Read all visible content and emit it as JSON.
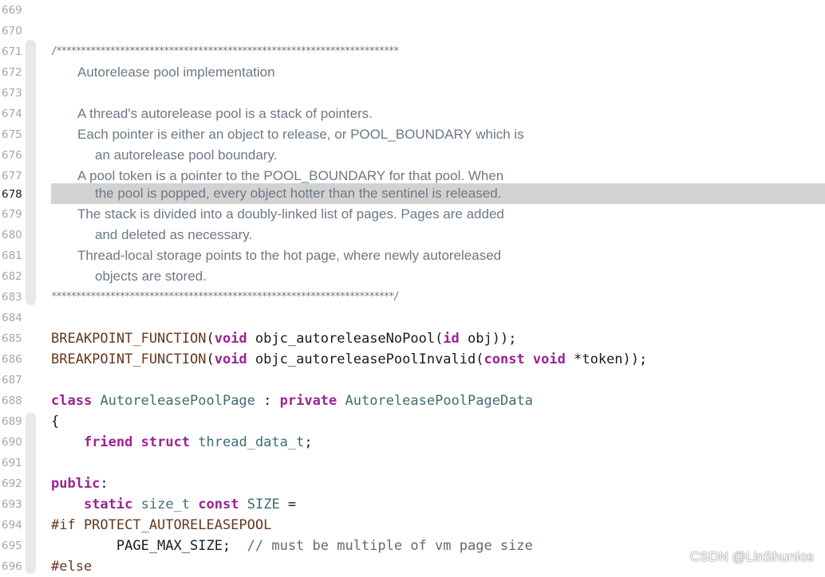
{
  "editor": {
    "lines": [
      {
        "n": "669",
        "text": ""
      },
      {
        "n": "670",
        "text": ""
      },
      {
        "n": "671",
        "text": "/**********************************************************************"
      },
      {
        "n": "672",
        "text": "Autorelease pool implementation"
      },
      {
        "n": "673",
        "text": ""
      },
      {
        "n": "674",
        "text": "A thread's autorelease pool is a stack of pointers."
      },
      {
        "n": "675",
        "text": "Each pointer is either an object to release, or POOL_BOUNDARY which is"
      },
      {
        "n": "676",
        "text": "an autorelease pool boundary."
      },
      {
        "n": "677",
        "text": "A pool token is a pointer to the POOL_BOUNDARY for that pool. When"
      },
      {
        "n": "678",
        "text": "the pool is popped, every object hotter than the sentinel is released."
      },
      {
        "n": "679",
        "text": "The stack is divided into a doubly-linked list of pages. Pages are added"
      },
      {
        "n": "680",
        "text": "and deleted as necessary."
      },
      {
        "n": "681",
        "text": "Thread-local storage points to the hot page, where newly autoreleased"
      },
      {
        "n": "682",
        "text": "objects are stored."
      },
      {
        "n": "683",
        "text": "**********************************************************************/"
      },
      {
        "n": "684",
        "text": ""
      },
      {
        "n": "685",
        "text": "BREAKPOINT_FUNCTION(void objc_autoreleaseNoPool(id obj));"
      },
      {
        "n": "686",
        "text": "BREAKPOINT_FUNCTION(void objc_autoreleasePoolInvalid(const void *token));"
      },
      {
        "n": "687",
        "text": ""
      },
      {
        "n": "688",
        "text": "class AutoreleasePoolPage : private AutoreleasePoolPageData"
      },
      {
        "n": "689",
        "text": "{"
      },
      {
        "n": "690",
        "text": "    friend struct thread_data_t;"
      },
      {
        "n": "691",
        "text": ""
      },
      {
        "n": "692",
        "text": "public:"
      },
      {
        "n": "693",
        "text": "    static size_t const SIZE ="
      },
      {
        "n": "694",
        "text": "#if PROTECT_AUTORELEASEPOOL"
      },
      {
        "n": "695",
        "text": "        PAGE_MAX_SIZE;  // must be multiple of vm page size"
      },
      {
        "n": "696",
        "text": "#else"
      }
    ],
    "current_line": "678"
  },
  "watermark": "CSDN @LinShunIos",
  "colors": {
    "keyword": "#9b2393",
    "type": "#3e6d74",
    "macro": "#643820",
    "comment": "#6c7986",
    "current_line_bg": "#d2d2d2"
  }
}
